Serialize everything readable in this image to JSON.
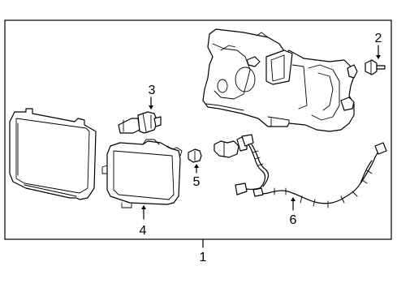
{
  "callouts": {
    "assembly": "1",
    "bolt": "2",
    "bulb_large": "3",
    "fog_lamp": "4",
    "bulb_small": "5",
    "harness": "6"
  }
}
